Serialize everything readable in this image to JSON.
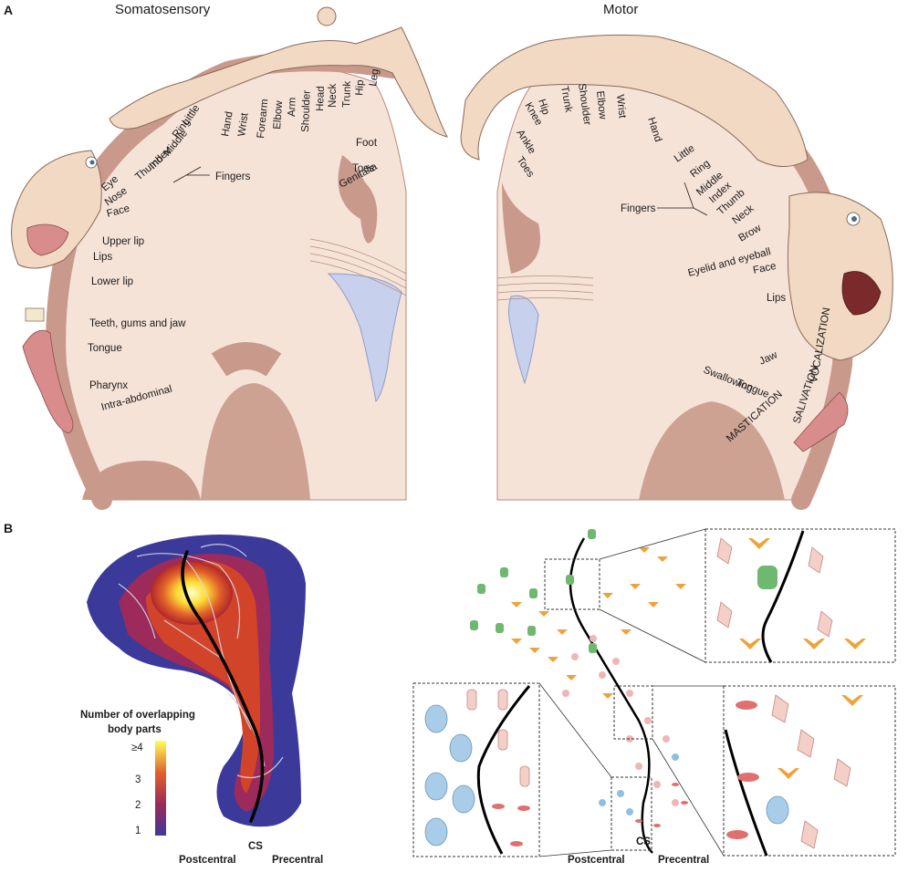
{
  "panel_a": {
    "letter": "A",
    "sensory": {
      "title": "Somatosensory",
      "arc_labels": [
        "Hand",
        "Wrist",
        "Forearm",
        "Elbow",
        "Arm",
        "Shoulder",
        "Head",
        "Neck",
        "Trunk",
        "Hip",
        "Leg"
      ],
      "finger_labels": [
        "Little",
        "Ring",
        "Middle",
        "Index",
        "Thumb"
      ],
      "fingers_label": "Fingers",
      "side_labels": [
        "Foot",
        "Toes",
        "Genitalia"
      ],
      "face_labels": [
        "Eye",
        "Nose",
        "Face",
        "Upper lip",
        "Lips",
        "Lower lip",
        "Teeth, gums and jaw",
        "Tongue",
        "Pharynx",
        "Intra-abdominal"
      ]
    },
    "motor": {
      "title": "Motor",
      "arc_labels": [
        "Hip",
        "Trunk",
        "Shoulder",
        "Elbow",
        "Wrist",
        "Hand"
      ],
      "side_labels": [
        "Knee",
        "Ankle",
        "Toes"
      ],
      "finger_labels": [
        "Little",
        "Ring",
        "Middle",
        "Index",
        "Thumb"
      ],
      "fingers_label": "Fingers",
      "face_labels": [
        "Neck",
        "Brow",
        "Eyelid and eyeball",
        "Face",
        "Lips",
        "Jaw",
        "Tongue",
        "Swallowing"
      ],
      "caps_labels": [
        "VOCALIZATION",
        "SALIVATION",
        "MASTICATION"
      ]
    }
  },
  "panel_b": {
    "letter": "B",
    "legend": {
      "title_line1": "Number of overlapping",
      "title_line2": "body parts",
      "ticks": [
        "≥4",
        "3",
        "2",
        "1"
      ]
    },
    "left_axis": {
      "post": "Postcentral",
      "cs": "CS",
      "pre": "Precentral"
    },
    "right_axis": {
      "post": "Postcentral",
      "cs": "CS",
      "pre": "Precentral"
    }
  },
  "colors": {
    "cortex": "#c99a8c",
    "white_matter": "#f6e3d8",
    "ventricle": "#c7d0ec",
    "heat_low": "#3b3a9a",
    "heat_high": "#ffff66"
  }
}
